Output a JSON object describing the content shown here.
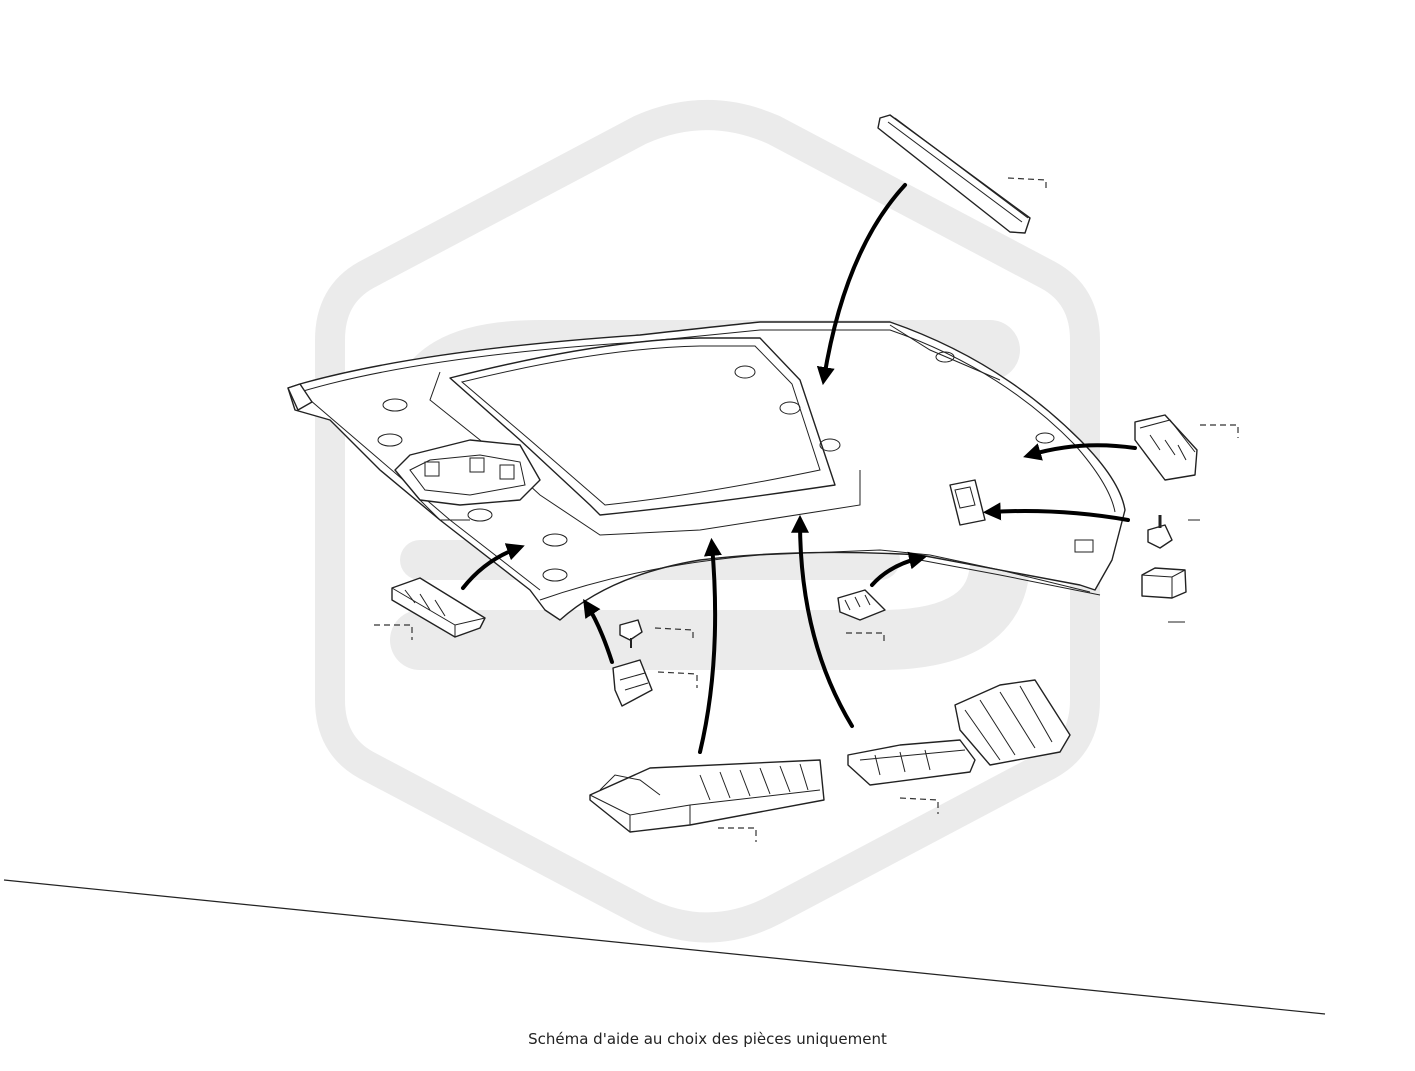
{
  "caption": "Schéma d'aide au choix des pièces uniquement",
  "icons": {
    "watermark": "hexagon-s-logo-watermark",
    "arrows": "callout-arrow"
  },
  "colors": {
    "watermark": "#ebebeb",
    "line": "#222222",
    "arrow": "#000000",
    "background": "#ffffff"
  }
}
